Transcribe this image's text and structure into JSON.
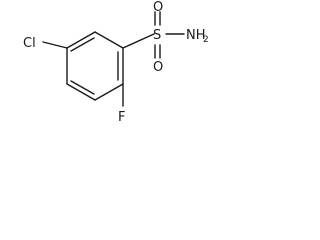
{
  "molecule": {
    "atoms": {
      "cl": "Cl",
      "f": "F",
      "s": "S",
      "o_top": "O",
      "o_bottom": "O",
      "n": "NH",
      "n_sub": "2"
    }
  }
}
